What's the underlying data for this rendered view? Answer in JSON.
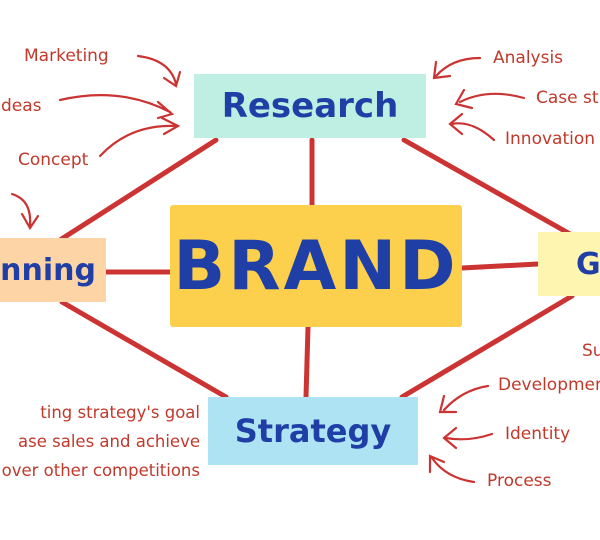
{
  "center": {
    "label": "BRAND"
  },
  "nodes": {
    "research": "Research",
    "strategy": "Strategy",
    "planning": "nning",
    "goal": "G"
  },
  "notes": {
    "marketing": "Marketing",
    "ideas": "Ideas",
    "concept": "Concept",
    "analysis": "Analysis",
    "case_study": "Case st",
    "innovation": "Innovation",
    "success": "Su",
    "development": "Development",
    "identity": "Identity",
    "process": "Process"
  },
  "strategy_note": {
    "line1": "ting strategy's goal",
    "line2": "ase sales and achieve",
    "line3": "over other competitions"
  },
  "colors": {
    "connector": "#cc3333",
    "text_blue": "#1f3fa6",
    "annotation_red": "#c0392b",
    "research_fill": "#bfeee2",
    "brand_fill": "#fcd04c",
    "strategy_fill": "#aee3f3",
    "planning_fill": "#fdd4a6",
    "goal_fill": "#fdf5b0"
  }
}
